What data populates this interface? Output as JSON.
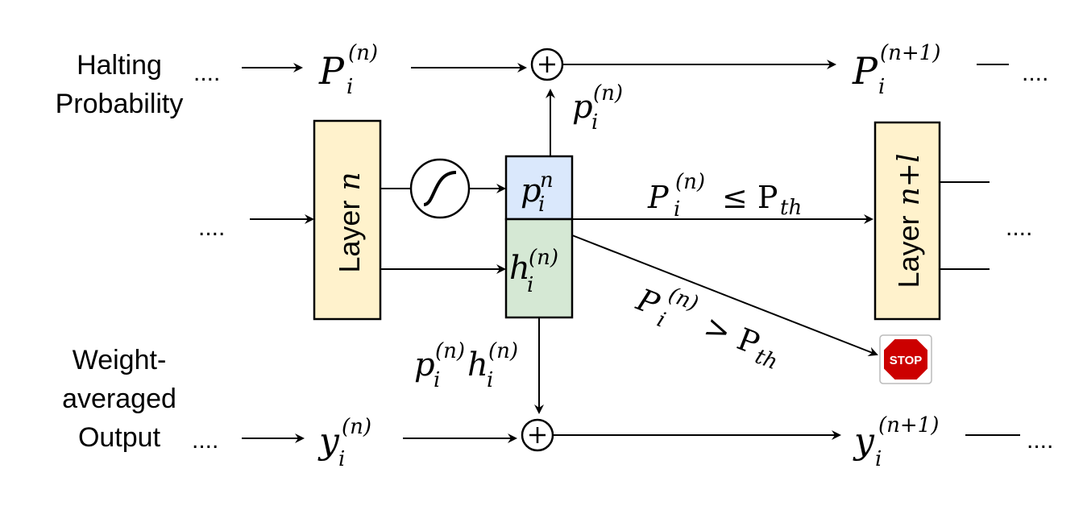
{
  "labels": {
    "halting_line1": "Halting",
    "halting_line2": "Probability",
    "weighted_line1": "Weight-",
    "weighted_line2": "averaged",
    "weighted_line3": "Output",
    "ellipsis": "....",
    "layer_n": "Layer",
    "layer_n_var": "n",
    "layer_n1_var": "n+l",
    "stop_sign": "STOP"
  },
  "math": {
    "P": "P",
    "p": "p",
    "h": "h",
    "y": "y",
    "i": "i",
    "n_sup": "(n)",
    "n1_sup": "(n+1)",
    "n_plain": "n",
    "leq_Pth": "≤ P",
    "gt_Pth": "> P",
    "th": "th",
    "plus": "+"
  },
  "colors": {
    "layer_fill": "#fff2cc",
    "layer_stroke": "#000000",
    "halt_prob_fill": "#dae8fc",
    "hidden_fill": "#d5e8d4",
    "stop_red": "#cc0000"
  }
}
